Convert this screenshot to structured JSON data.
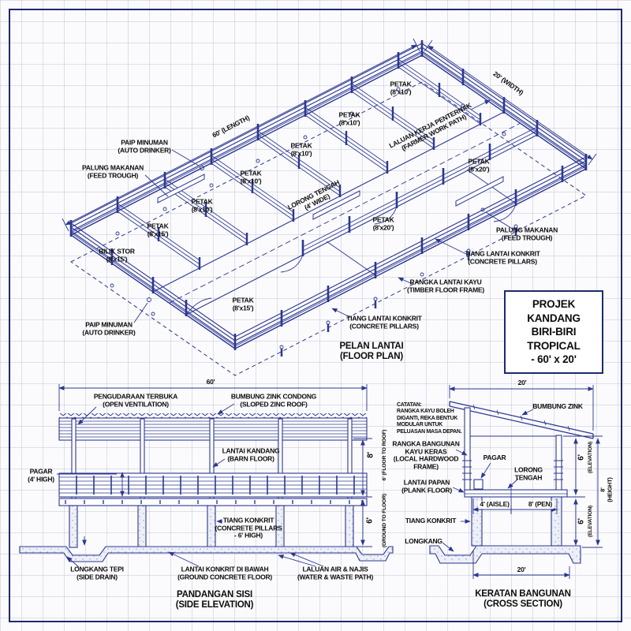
{
  "colors": {
    "line": "#2c3790",
    "frame": "#1d296f",
    "text": "#0c0c0c",
    "grid": "#d6dae3",
    "concrete_dot": "#8d97c4"
  },
  "title_block": {
    "text": "PROJEK\nKANDANG\nBIRI-BIRI\nTROPICAL\n- 60' x 20'"
  },
  "floor_plan": {
    "title": "PELAN LANTAI\n(FLOOR PLAN)",
    "dim_length": "60' (LENGTH)",
    "dim_width": "20' (WIDTH)",
    "aisle": "LORONG TENGAH\n(4' WIDE)",
    "work_path": "LALUAN KERJA PENTERNAK\n(FARMER WORK PATH)",
    "pens": [
      {
        "text": "PETAK\n(8'x10')"
      },
      {
        "text": "PETAK\n(8'x10')"
      },
      {
        "text": "PETAK\n(8'x10')"
      },
      {
        "text": "PETAK\n(8'x10')"
      },
      {
        "text": "PETAK\n(8'x10')"
      },
      {
        "text": "PETAK\n(8'x15')"
      },
      {
        "text": "BILIK STOR\n(8'x15')"
      },
      {
        "text": "PETAK\n(8'x20')"
      },
      {
        "text": "PETAK\n(8'x20')"
      },
      {
        "text": "PETAK\n(8'x15')"
      }
    ],
    "callouts": {
      "auto_drinker_top": "PAIP MINUMAN\n(AUTO DRINKER)",
      "feed_trough_left": "PALUNG MAKANAN\n(FEED TROUGH)",
      "feed_trough_right": "PALUNG MAKANAN\n(FEED TROUGH)",
      "concrete_pillars_right": "TIANG LANTAI KONKRIT\n(CONCRETE PILLARS)",
      "timber_frame": "RANGKA LANTAI KAYU\n(TIMBER FLOOR FRAME)",
      "concrete_pillars_bottom": "TIANG LANTAI KONKRIT\n(CONCRETE PILLARS)",
      "auto_drinker_bottom": "PAIP MINUMAN\n(AUTO DRINKER)"
    }
  },
  "side_elevation": {
    "title": "PANDANGAN SISI\n(SIDE ELEVATION)",
    "dim_top": "60'",
    "callouts": {
      "open_ventilation": "PENGUDARAAN TERBUKA\n(OPEN VENTILATION)",
      "sloped_roof": "BUMBUNG ZINK CONDONG\n(SLOPED ZINC ROOF)",
      "barn_floor": "LANTAI KANDANG\n(BARN FLOOR)",
      "fence": "PAGAR\n(4' HIGH)",
      "pillars": "TIANG KONKRIT\n(CONCRETE PILLARS\n- 6' HIGH)",
      "side_drain": "LONGKANG TEPI\n(SIDE DRAIN)",
      "ground_floor": "LANTAI KONKRIT DI BAWAH\n(GROUND CONCRETE FLOOR)",
      "waste_path": "LALUAN AIR & NAJIS\n(WATER & WASTE PATH)"
    },
    "dims": {
      "floor_to_roof_big": "8'",
      "floor_to_roof": "6' (FLOOR TO ROOF)",
      "ground_big": "6'",
      "ground": "(GROUND TO FLOOR)"
    }
  },
  "cross_section": {
    "title": "KERATAN BANGUNAN\n(CROSS SECTION)",
    "dim_top": "20'",
    "dim_bottom": "20'",
    "note": "CATATAN:\nRANGKA KAYU BOLEH\nDIGANTI, REKA BENTUK\nMODULAR UNTUK\nPELUASAN MASA DEPAN.",
    "callouts": {
      "zinc_roof": "BUMBUNG ZINK",
      "hardwood_frame": "RANGKA BANGUNAN\nKAYU KERAS\n(LOCAL HARDWOOD\nFRAME)",
      "fence": "PAGAR",
      "central_aisle": "LORONG\nTENGAH",
      "plank_floor": "LANTAI PAPAN\n(PLANK FLOOR)",
      "concrete_pillar": "TIANG KONKRIT",
      "drain": "LONGKANG"
    },
    "dims": {
      "aisle": "4' (AISLE)",
      "pen": "8' (PEN)",
      "elev_upper_big": "6'",
      "elev_upper": "(ELEVATION)",
      "elev_lower_big": "6'",
      "elev_lower": "(ELEVATION)",
      "height": "8' (HEIGHT)"
    }
  }
}
